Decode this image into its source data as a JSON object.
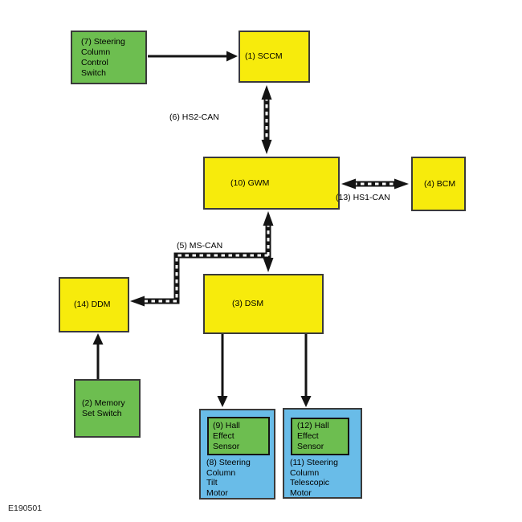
{
  "figure_id": "E190501",
  "colors": {
    "module_yellow": "#f7eb0c",
    "switch_green": "#6dbe50",
    "motor_blue": "#69bce8"
  },
  "nodes": {
    "steering_column_control_switch": {
      "label": "(7) Steering\nColumn\nControl\nSwitch"
    },
    "sccm": {
      "label": "(1) SCCM"
    },
    "gwm": {
      "label": "(10) GWM"
    },
    "bcm": {
      "label": "(4) BCM"
    },
    "ddm": {
      "label": "(14) DDM"
    },
    "dsm": {
      "label": "(3) DSM"
    },
    "memory_set_switch": {
      "label": "(2) Memory\nSet Switch"
    },
    "hall_sensor_tilt": {
      "label": "(9) Hall\nEffect\nSensor"
    },
    "tilt_motor": {
      "label": "(8) Steering\nColumn\nTilt\nMotor"
    },
    "hall_sensor_telescopic": {
      "label": "(12) Hall\nEffect\nSensor"
    },
    "telescopic_motor": {
      "label": "(11) Steering\nColumn\nTelescopic\nMotor"
    }
  },
  "buses": {
    "hs2_can": {
      "label": "(6) HS2-CAN"
    },
    "hs1_can": {
      "label": "(13) HS1-CAN"
    },
    "ms_can": {
      "label": "(5) MS-CAN"
    }
  },
  "connections": [
    {
      "from": "steering_column_control_switch",
      "to": "sccm",
      "style": "solid",
      "direction": "one-way"
    },
    {
      "from": "sccm",
      "to": "gwm",
      "style": "dashed-bus",
      "direction": "two-way",
      "bus": "hs2_can"
    },
    {
      "from": "gwm",
      "to": "bcm",
      "style": "dashed-bus",
      "direction": "two-way",
      "bus": "hs1_can"
    },
    {
      "from": "gwm",
      "to": "dsm",
      "style": "dashed-bus",
      "direction": "two-way",
      "bus": "ms_can"
    },
    {
      "from": "gwm",
      "to": "ddm",
      "style": "dashed-bus",
      "direction": "one-way",
      "bus": "ms_can"
    },
    {
      "from": "memory_set_switch",
      "to": "ddm",
      "style": "solid",
      "direction": "one-way"
    },
    {
      "from": "dsm",
      "to": "tilt_motor",
      "style": "solid",
      "direction": "one-way"
    },
    {
      "from": "dsm",
      "to": "telescopic_motor",
      "style": "solid",
      "direction": "one-way"
    }
  ]
}
